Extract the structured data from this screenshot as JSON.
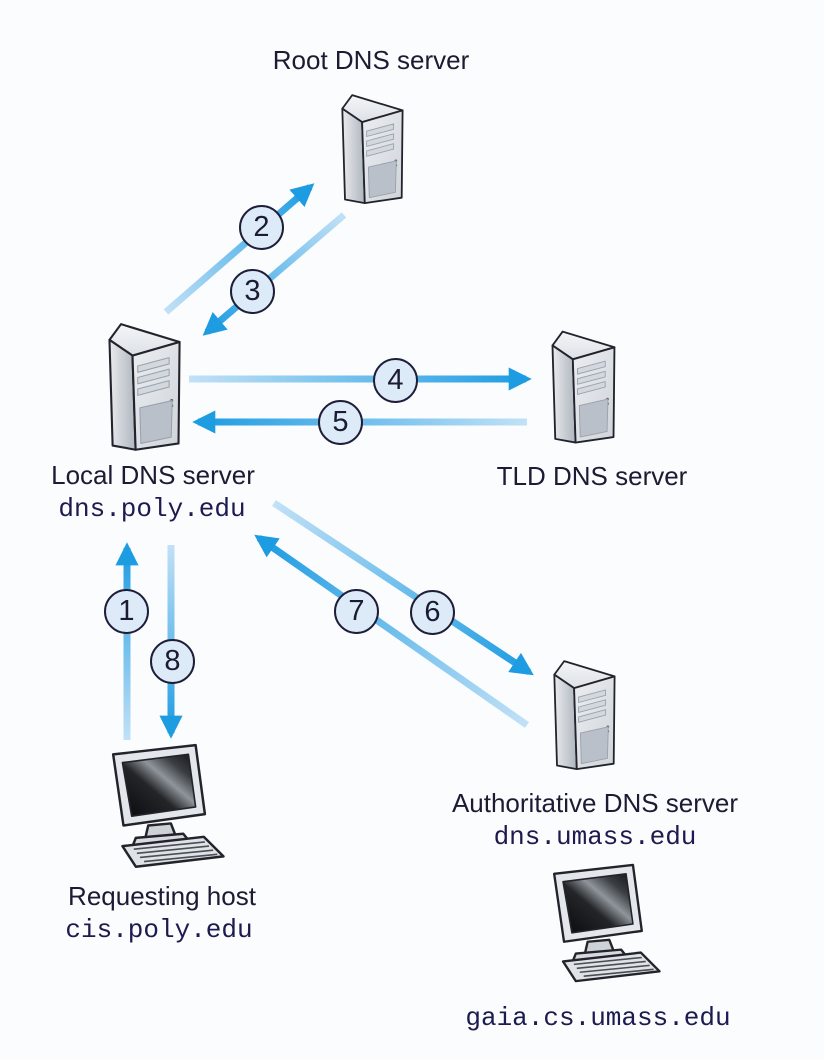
{
  "diagram": {
    "nodes": {
      "root_dns": {
        "label": "Root DNS server"
      },
      "local_dns": {
        "label": "Local DNS server",
        "hostname": "dns.poly.edu"
      },
      "tld_dns": {
        "label": "TLD DNS server"
      },
      "authoritative_dns": {
        "label": "Authoritative DNS server",
        "hostname": "dns.umass.edu"
      },
      "requesting_host": {
        "label": "Requesting host",
        "hostname": "cis.poly.edu"
      },
      "target_host": {
        "hostname": "gaia.cs.umass.edu"
      }
    },
    "steps": [
      {
        "number": "1",
        "from": "requesting_host",
        "to": "local_dns"
      },
      {
        "number": "2",
        "from": "local_dns",
        "to": "root_dns"
      },
      {
        "number": "3",
        "from": "root_dns",
        "to": "local_dns"
      },
      {
        "number": "4",
        "from": "local_dns",
        "to": "tld_dns"
      },
      {
        "number": "5",
        "from": "tld_dns",
        "to": "local_dns"
      },
      {
        "number": "6",
        "from": "local_dns",
        "to": "authoritative_dns"
      },
      {
        "number": "7",
        "from": "authoritative_dns",
        "to": "local_dns"
      },
      {
        "number": "8",
        "from": "local_dns",
        "to": "requesting_host"
      }
    ],
    "colors": {
      "arrow_dark": "#1d9ce2",
      "arrow_light": "#c2e1f6",
      "badge_fill": "#ddeaf7",
      "badge_border": "#1e1e38",
      "text": "#1b1b33",
      "hostname_color": "#1b1b4f",
      "background": "#fbfcfe"
    }
  }
}
